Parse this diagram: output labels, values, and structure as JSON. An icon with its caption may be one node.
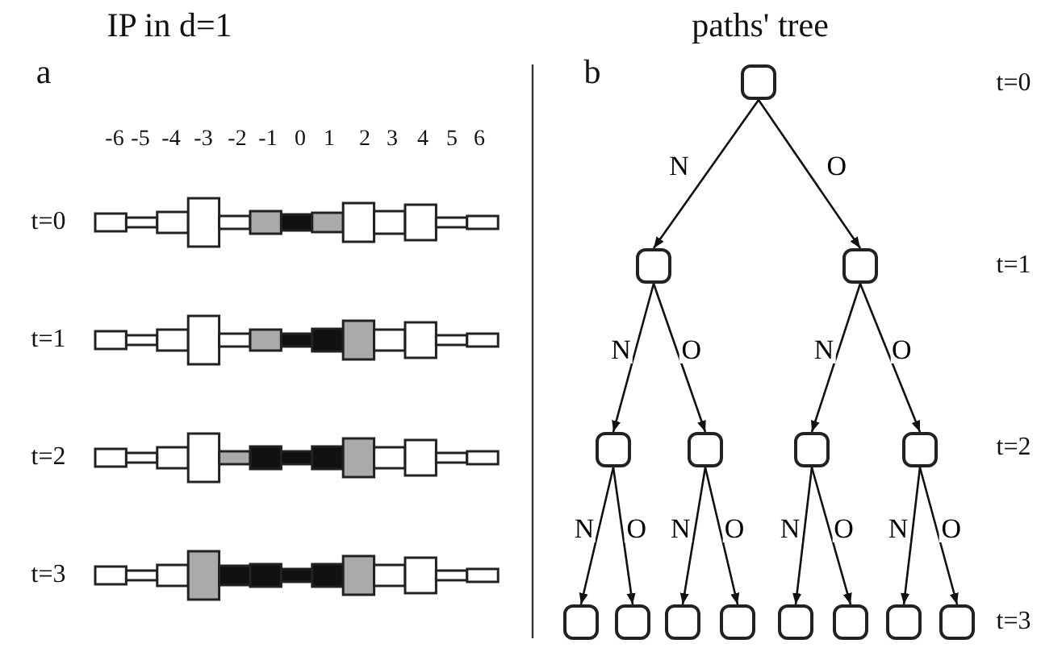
{
  "diagram": {
    "nodes": [
      {
        "text": [],
        "shape": "box"
      },
      {
        "text": [],
        "shape": "box"
      },
      {
        "text": [],
        "shape": "box"
      },
      {
        "text": [],
        "shape": "box"
      },
      {
        "text": [],
        "shape": "box"
      },
      {
        "text": [],
        "shape": "box"
      },
      {
        "text": [],
        "shape": "box"
      },
      {
        "text": [],
        "shape": "box"
      },
      {
        "text": [],
        "shape": "box"
      },
      {
        "text": [],
        "shape": "box"
      },
      {
        "text": [],
        "shape": "box"
      },
      {
        "text": [],
        "shape": "box"
      },
      {
        "text": [],
        "shape": "box"
      },
      {
        "text": [],
        "shape": "box"
      },
      {
        "text": [],
        "shape": "box"
      }
    ],
    "edges": [
      {
        "from": 0,
        "to": 1,
        "arrow": "to",
        "label": "N"
      },
      {
        "from": 0,
        "to": 2,
        "arrow": "to",
        "label": "O"
      },
      {
        "from": 1,
        "to": 3,
        "arrow": "to",
        "label": "N"
      },
      {
        "from": 1,
        "to": 4,
        "arrow": "to",
        "label": "O"
      },
      {
        "from": 2,
        "to": 5,
        "arrow": "to",
        "label": "N"
      },
      {
        "from": 2,
        "to": 6,
        "arrow": "to",
        "label": "O"
      },
      {
        "from": 3,
        "to": 7,
        "arrow": "to",
        "label": "N"
      },
      {
        "from": 3,
        "to": 8,
        "arrow": "to",
        "label": "O"
      },
      {
        "from": 4,
        "to": 9,
        "arrow": "to",
        "label": "N"
      },
      {
        "from": 4,
        "to": 10,
        "arrow": "to",
        "label": "O"
      },
      {
        "from": 5,
        "to": 11,
        "arrow": "to",
        "label": "N"
      },
      {
        "from": 5,
        "to": 12,
        "arrow": "to",
        "label": "O"
      },
      {
        "from": 6,
        "to": 13,
        "arrow": "to",
        "label": "N"
      },
      {
        "from": 6,
        "to": 14,
        "arrow": "to",
        "label": "O"
      }
    ],
    "labels": [
      "IP in d=1",
      "a",
      "-6",
      "-5",
      "-4",
      "-3",
      "-2",
      "-1",
      "0",
      "1",
      "2",
      "3",
      "4",
      "5",
      "6",
      "t=0",
      "t=1",
      "t=2",
      "t=3",
      "paths' tree",
      "b",
      "t=0",
      "t=1",
      "t=2",
      "t=3"
    ]
  }
}
